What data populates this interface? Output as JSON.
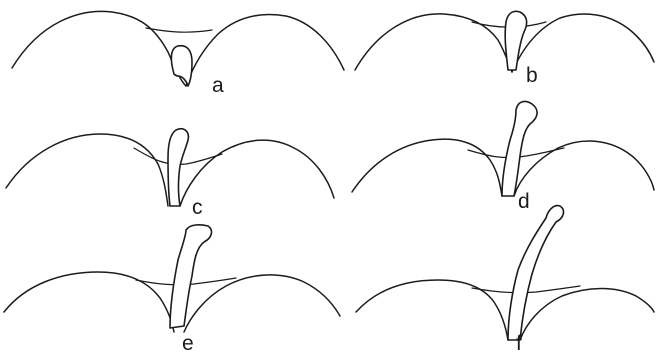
{
  "figure": {
    "panels": [
      {
        "id": "a",
        "label": "a"
      },
      {
        "id": "b",
        "label": "b"
      },
      {
        "id": "c",
        "label": "c"
      },
      {
        "id": "d",
        "label": "d"
      },
      {
        "id": "e",
        "label": "e"
      },
      {
        "id": "f",
        "label": "f"
      }
    ],
    "stroke_color": "#1c1c1c",
    "background_color": "#ffffff"
  }
}
